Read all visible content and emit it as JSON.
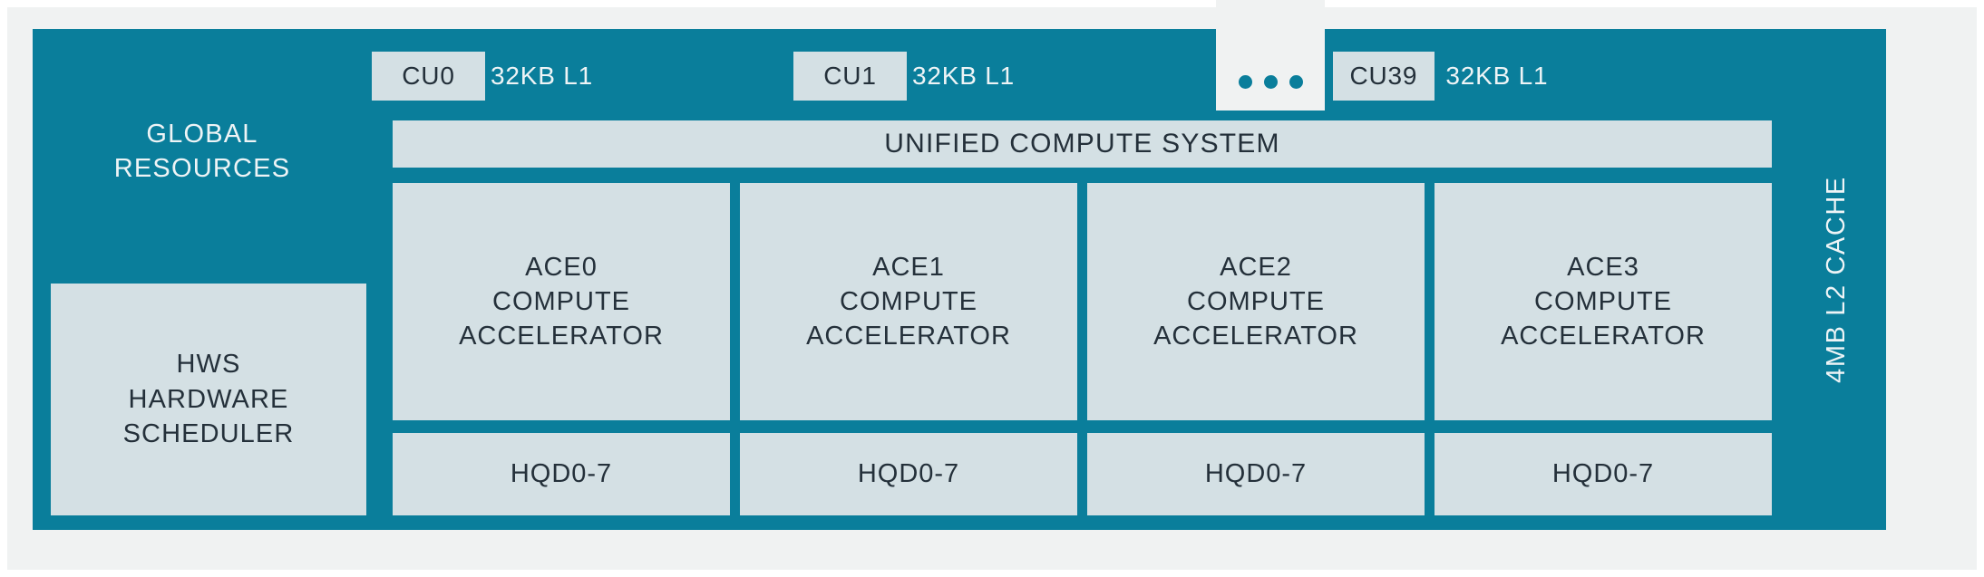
{
  "diagram": {
    "title": "GPU Compute Architecture Block Diagram",
    "colors": {
      "teal": "#0a7e9b",
      "panel_light": "#d4e0e4",
      "backdrop": "#f0f2f2",
      "text_dark": "#24303a",
      "text_light": "#eef4f6"
    },
    "global_resources": {
      "label": "GLOBAL\nRESOURCES"
    },
    "hws": {
      "label": "HWS\nHARDWARE\nSCHEDULER"
    },
    "compute_units": [
      {
        "cu_label": "CU0",
        "l1_label": "32KB L1"
      },
      {
        "cu_label": "CU1",
        "l1_label": "32KB L1"
      },
      {
        "cu_label": "CU39",
        "l1_label": "32KB L1"
      }
    ],
    "ellipsis": "• • •",
    "unified_compute_system": {
      "label": "UNIFIED COMPUTE SYSTEM"
    },
    "aces": [
      {
        "label": "ACE0\nCOMPUTE\nACCELERATOR",
        "hqd": "HQD0-7"
      },
      {
        "label": "ACE1\nCOMPUTE\nACCELERATOR",
        "hqd": "HQD0-7"
      },
      {
        "label": "ACE2\nCOMPUTE\nACCELERATOR",
        "hqd": "HQD0-7"
      },
      {
        "label": "ACE3\nCOMPUTE\nACCELERATOR",
        "hqd": "HQD0-7"
      }
    ],
    "l2_cache": {
      "label": "4MB L2 CACHE"
    }
  }
}
